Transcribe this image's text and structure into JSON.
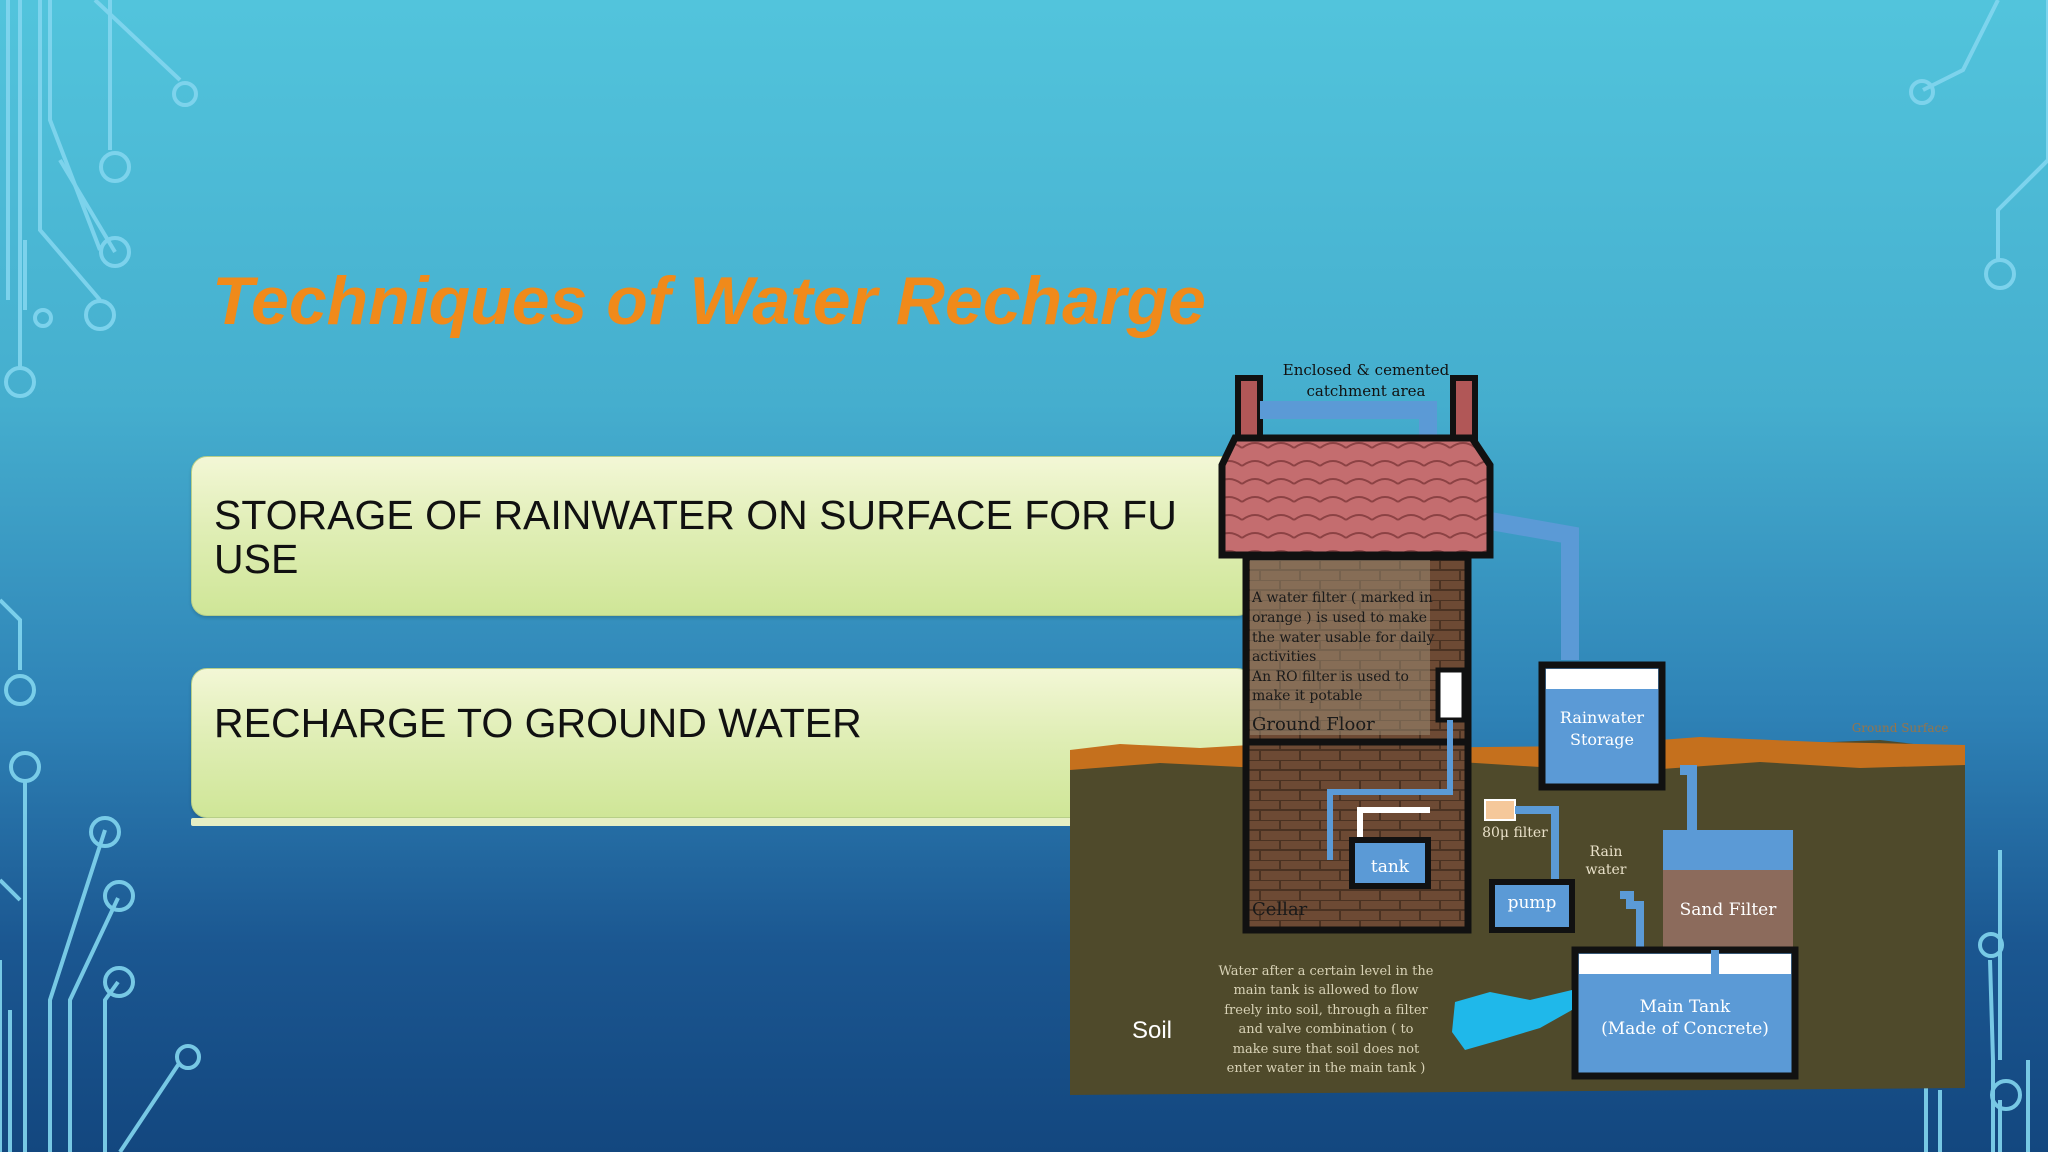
{
  "slide": {
    "title": "Techniques of Water Recharge",
    "bullets": [
      "STORAGE OF RAINWATER ON SURFACE FOR FU\nUSE",
      "RECHARGE TO GROUND WATER"
    ]
  },
  "diagram": {
    "catchment_label_1": "Enclosed & cemented",
    "catchment_label_2": "catchment area",
    "filter_note": [
      "A water filter ( marked in",
      "orange ) is used to make",
      "the water usable for daily",
      "activities",
      "An RO filter is used to",
      "make it potable"
    ],
    "ground_floor": "Ground Floor",
    "cellar": "Cellar",
    "tank": "tank",
    "filter_80u": "80μ filter",
    "pump": "pump",
    "rain_water": [
      "Rain",
      "water"
    ],
    "rainwater_storage": [
      "Rainwater",
      "Storage"
    ],
    "sand_filter": "Sand Filter",
    "main_tank": [
      "Main Tank",
      "(Made of Concrete)"
    ],
    "soil": "Soil",
    "ground_surface": "Ground Surface",
    "soil_note": [
      "Water after a certain level in the",
      "main tank is allowed to flow",
      "freely into soil, through a filter",
      "and valve combination ( to",
      "make sure that soil does not",
      "enter water in the main tank )"
    ]
  },
  "colors": {
    "title": "#f08a1a",
    "circuit": "#7fd4ee",
    "water_blue": "#5b9ad6",
    "soil": "#4f4a2a",
    "roof": "#c76a6a"
  }
}
